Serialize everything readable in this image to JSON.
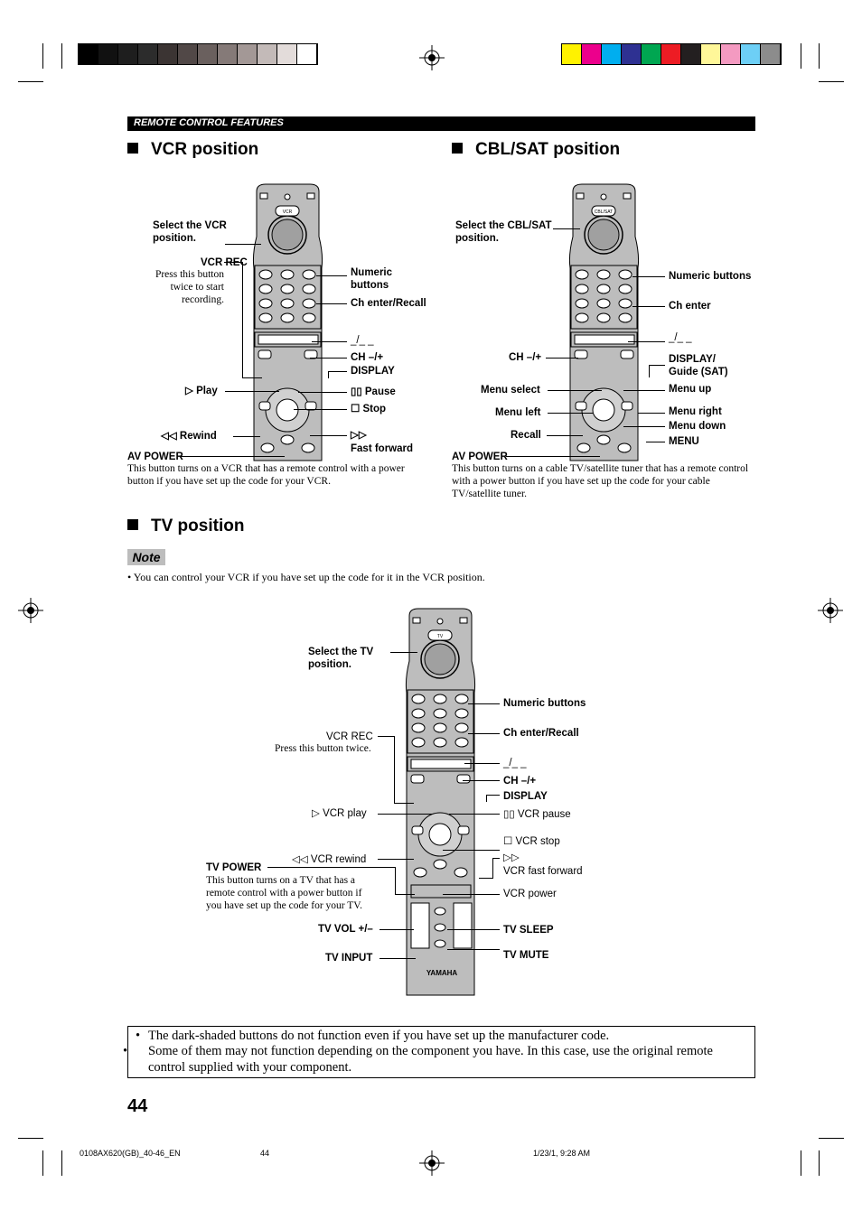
{
  "header": {
    "section": "REMOTE CONTROL FEATURES"
  },
  "vcr": {
    "title": "VCR position",
    "select": "Select the VCR position.",
    "vcr_rec": "VCR REC",
    "vcr_rec_desc": "Press this button twice to start recording.",
    "play": "Play",
    "rewind": "Rewind",
    "numeric": "Numeric buttons",
    "ch_enter": "Ch enter/Recall",
    "dash": "_/_ _",
    "ch": "CH –/+",
    "display": "DISPLAY",
    "pause": "Pause",
    "stop": "Stop",
    "ff": "Fast forward",
    "av_power": "AV POWER",
    "av_power_desc": "This button turns on a VCR that has a remote control with a power button if you have set up the code for your VCR."
  },
  "cbl": {
    "title": "CBL/SAT position",
    "select": "Select the CBL/SAT position.",
    "numeric": "Numeric buttons",
    "ch_enter": "Ch enter",
    "dash": "_/_ _",
    "ch": "CH –/+",
    "display": "DISPLAY/ Guide (SAT)",
    "menu_select": "Menu select",
    "menu_up": "Menu up",
    "menu_left": "Menu left",
    "menu_right": "Menu right",
    "menu_down": "Menu down",
    "recall": "Recall",
    "menu": "MENU",
    "av_power": "AV POWER",
    "av_power_desc": "This button turns on a cable TV/satellite tuner that has a remote control with a power button if you have set up the code for your cable TV/satellite tuner."
  },
  "tv": {
    "title": "TV position",
    "note_label": "Note",
    "note": "You can control your VCR if you have set up the code for it in the VCR position.",
    "select": "Select the TV position.",
    "vcr_rec": "VCR REC",
    "vcr_rec_desc": "Press this button twice.",
    "vcr_play": "VCR play",
    "vcr_rewind": "VCR rewind",
    "tv_power": "TV POWER",
    "tv_power_desc": "This button turns on a TV that has a remote control with a power button if you have set up the code for your TV.",
    "tv_vol": "TV VOL +/–",
    "tv_input": "TV INPUT",
    "numeric": "Numeric buttons",
    "ch_enter": "Ch enter/Recall",
    "dash": "_/_ _",
    "ch": "CH –/+",
    "display": "DISPLAY",
    "vcr_pause": "VCR pause",
    "vcr_stop": "VCR stop",
    "vcr_ff": "VCR fast forward",
    "vcr_power": "VCR power",
    "tv_sleep": "TV SLEEP",
    "tv_mute": "TV MUTE"
  },
  "remote": {
    "brand": "YAMAHA",
    "tv_button": "TV",
    "vcr_button": "VCR",
    "cbl_button": "CBL/SAT"
  },
  "bottom_notes": [
    "The dark-shaded buttons do not function even if you have set up the manufacturer code.",
    "Some of them may not function depending on the component you have. In this case, use the original remote control supplied with your component."
  ],
  "page_number": "44",
  "footer": {
    "file": "0108AX620(GB)_40-46_EN",
    "page": "44",
    "date": "1/23/1, 9:28 AM"
  },
  "colors": {
    "grayscale": [
      "#000000",
      "#111111",
      "#1e1e1e",
      "#2c2c2c",
      "#3b3433",
      "#514847",
      "#6a605e",
      "#857a78",
      "#a39896",
      "#c3bab8",
      "#e3dcda",
      "#ffffff"
    ],
    "colorbar": [
      "#fff200",
      "#ec008c",
      "#00aeef",
      "#2e3192",
      "#00a651",
      "#ed1c24",
      "#231f20",
      "#fff799",
      "#f49ac1",
      "#6dcff6",
      "#8c8c8c"
    ],
    "remote_body": "#bdbdbd"
  }
}
